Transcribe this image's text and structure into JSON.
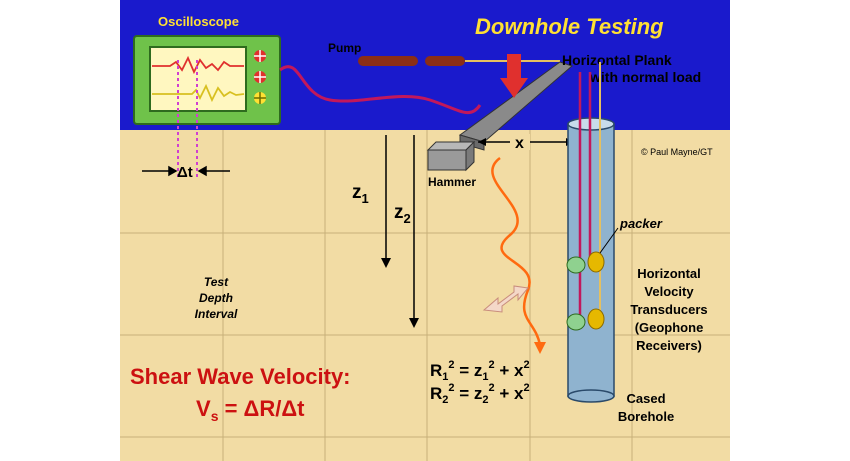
{
  "title": "Downhole Testing",
  "labels": {
    "oscilloscope": "Oscilloscope",
    "pump": "Pump",
    "plank_line1": "Horizontal Plank",
    "plank_line2": "with normal load",
    "hammer": "Hammer",
    "copyright": "© Paul Mayne/GT",
    "x": "x",
    "z1": "z",
    "z1_sub": "1",
    "z2": "z",
    "z2_sub": "2",
    "delta_t": "Δt",
    "test_depth_1": "Test",
    "test_depth_2": "Depth",
    "test_depth_3": "Interval",
    "packer": "packer",
    "transducers_1": "Horizontal",
    "transducers_2": "Velocity",
    "transducers_3": "Transducers",
    "transducers_4": "(Geophone",
    "transducers_5": "Receivers)",
    "cased_1": "Cased",
    "cased_2": "Borehole"
  },
  "formulas": {
    "shear_title": "Shear Wave Velocity:",
    "vs_lhs": "V",
    "vs_sub": "s",
    "vs_rhs": " = ΔR/Δt",
    "r1_R": "R",
    "r1_sub": "1",
    "r1_mid": " = z",
    "r1_z_sub": "1",
    "r1_end": " + x",
    "r2_R": "R",
    "r2_sub": "2",
    "r2_mid": " = z",
    "r2_z_sub": "2",
    "r2_end": " + x",
    "sq": "2"
  },
  "colors": {
    "sky": "#1a1acc",
    "ground": "#f2dca4",
    "title": "#ffe033",
    "shear": "#cc1111",
    "oscilloscope_body": "#6fc24a",
    "screen": "#fff7c0",
    "cable": "#c2185b",
    "borehole": "#8fb3cf",
    "packer": "#e6b800",
    "geophone": "#8fd18f"
  }
}
